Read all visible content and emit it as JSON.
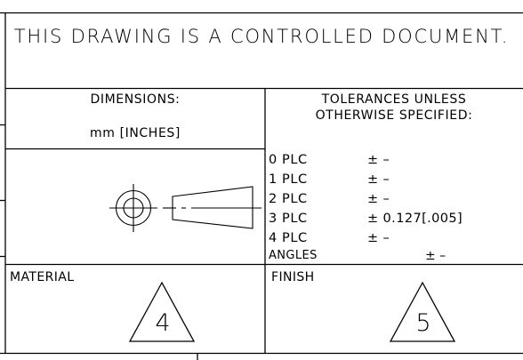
{
  "title_block": {
    "notice": "THIS DRAWING IS A CONTROLLED DOCUMENT.",
    "dimensions": {
      "label": "DIMENSIONS:",
      "units": "mm  [INCHES]"
    },
    "tolerances": {
      "heading_line1": "TOLERANCES UNLESS",
      "heading_line2": "OTHERWISE SPECIFIED:",
      "rows": [
        {
          "label": "0  PLC",
          "value": "± –"
        },
        {
          "label": "1  PLC",
          "value": "± –"
        },
        {
          "label": "2  PLC",
          "value": "± –"
        },
        {
          "label": "3  PLC",
          "value": "± 0.127[.005]"
        },
        {
          "label": "4  PLC",
          "value": "± –"
        }
      ],
      "angles_label": "ANGLES",
      "angles_value": "± –"
    },
    "material": {
      "label": "MATERIAL",
      "note_number": "4"
    },
    "finish": {
      "label": "FINISH",
      "note_number": "5"
    },
    "projection_symbol": "third-angle-projection-icon"
  }
}
